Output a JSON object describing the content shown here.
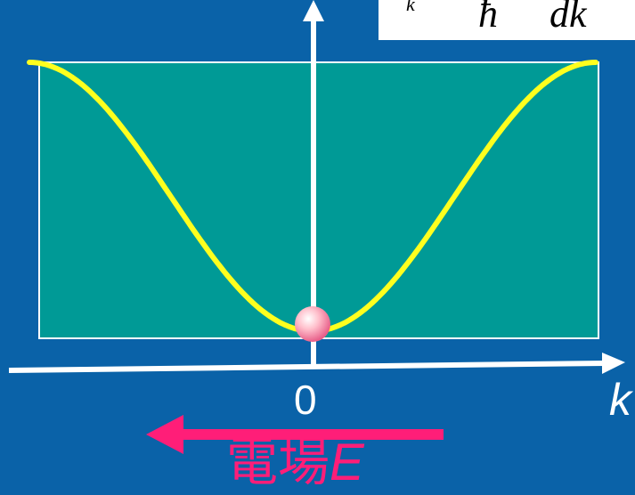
{
  "formula": {
    "subscript_k": "k",
    "hbar": "ħ",
    "dk": "dk"
  },
  "axes": {
    "origin_label": "0",
    "horizontal_label": "k"
  },
  "field": {
    "label": "電場",
    "symbol": "E"
  },
  "colors": {
    "background": "#0a62a8",
    "band_fill": "#009a96",
    "band_outline": "#ffffff",
    "curve": "#ffff1e",
    "axis": "#ffffff",
    "field_arrow": "#ff1e78",
    "particle": "#ffc0c8"
  },
  "diagram": {
    "curve_shape": "cosine-band",
    "marker": "electron-at-band-minimum",
    "arrow_direction": "left"
  }
}
